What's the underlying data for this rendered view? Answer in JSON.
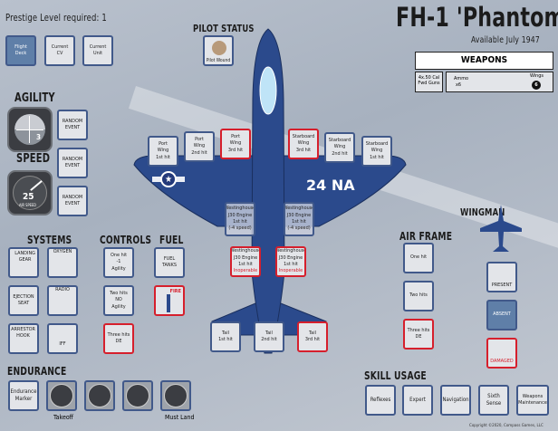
{
  "prestige": "Prestige Level required: 1",
  "title": "FH-1 'Phantom'",
  "available": "Available July 1947",
  "top_buttons": [
    "Flight\nDeck",
    "Current\nCV",
    "Current\nUnit"
  ],
  "pilot_status": {
    "label": "PILOT STATUS",
    "item": "Pilot Wound"
  },
  "agility": {
    "label": "AGILITY",
    "value": "3"
  },
  "speed": {
    "label": "SPEED",
    "value": "25",
    "caption": "AIR SPEED"
  },
  "random_event": [
    "RANDOM\nEVENT",
    "RANDOM\nEVENT",
    "RANDOM\nEVENT"
  ],
  "weapons": {
    "header": "WEAPONS",
    "guns": "4x.50 Cal\nFwd Guns",
    "ammo_label": "Ammo",
    "ammo": "x6",
    "wings_label": "Wings",
    "wings": "6"
  },
  "wing_hits": [
    {
      "label": "Port\nWing\n1st hit",
      "red": false
    },
    {
      "label": "Port\nWing\n2nd hit",
      "red": false
    },
    {
      "label": "Port\nWing\n3rd hit",
      "red": true
    },
    {
      "label": "Starboard\nWing\n3rd hit",
      "red": true
    },
    {
      "label": "Starboard\nWing\n2nd hit",
      "red": false
    },
    {
      "label": "Starboard\nWing\n1st hit",
      "red": false
    }
  ],
  "plane_marking": "24 NA",
  "engines": [
    {
      "label": "Westinghouse\nJ30 Engine\n1st hit\n(-4 speed)"
    },
    {
      "label": "Westinghouse\nJ30 Engine\n1st hit\n(-4 speed)"
    }
  ],
  "engines_inop": [
    {
      "label": "Westinghouse\nJ30 Engine\n1st hit",
      "status": "Inoperable"
    },
    {
      "label": "Westinghouse\nJ30 Engine\n1st hit",
      "status": "Inoperable"
    }
  ],
  "tail": [
    "Tail\n1st hit",
    "Tail\n2nd hit",
    "Tail\n3rd hit"
  ],
  "systems": {
    "label": "SYSTEMS",
    "items": [
      "LANDING\nGEAR",
      "OXYGEN",
      "EJECTION\nSEAT",
      "RADIO",
      "ARRESTOR\nHOOK",
      "IFF"
    ]
  },
  "controls": {
    "label": "CONTROLS",
    "items": [
      "One hit\n-1\nAgility",
      "Two hits\nNO\nAgility",
      "Three hits\nDE"
    ]
  },
  "fuel": {
    "label": "FUEL",
    "tanks": "FUEL\nTANKS",
    "fire": "FIRE"
  },
  "endurance": {
    "label": "ENDURANCE",
    "marker": "Endurance\nMarker",
    "start": "Takeoff",
    "end": "Must Land"
  },
  "air_frame": {
    "label": "AIR FRAME",
    "items": [
      "One hit",
      "Two hits",
      "Three hits\nDE"
    ]
  },
  "wingman": {
    "label": "WINGMAN",
    "items": [
      "PRESENT",
      "ABSENT",
      "DAMAGED"
    ]
  },
  "skill_usage": {
    "label": "SKILL USAGE",
    "items": [
      "Reflexes",
      "Expert",
      "Navigation",
      "Sixth\nSense",
      "Weapons\nMaintenance"
    ]
  },
  "copyright": "Copyright ©2020, Compass Games, LLC",
  "colors": {
    "plane": "#2b4a8c",
    "border": "#41598a",
    "hit": "#d61f2c"
  }
}
